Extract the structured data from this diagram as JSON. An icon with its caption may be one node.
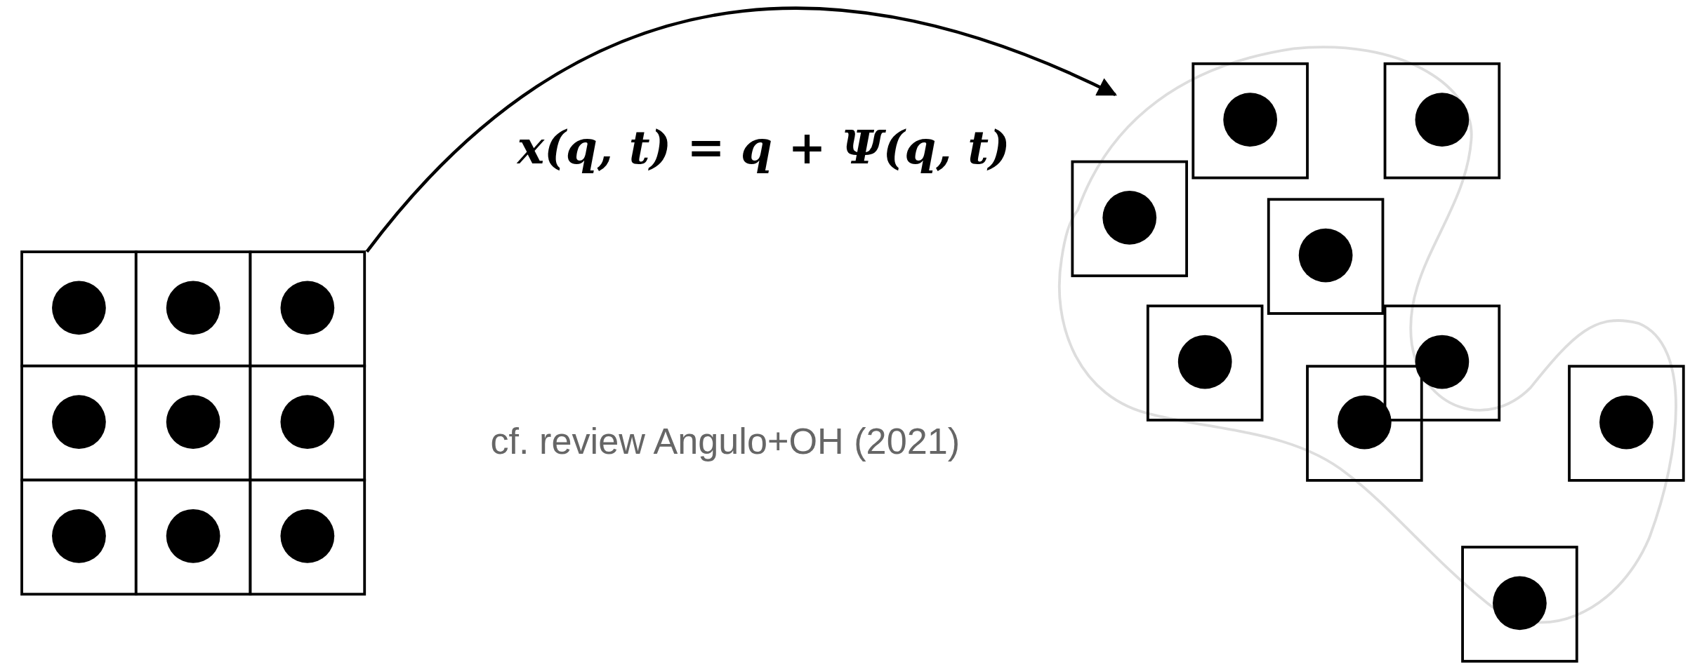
{
  "diagram": {
    "nodes": [
      {
        "text": [],
        "shape": "box"
      },
      {
        "text": [],
        "shape": "cloud"
      }
    ],
    "edges": [
      {
        "from": 0,
        "to": 1,
        "arrow": "to",
        "label": "x(q, t) = q + Ψ(q, t)"
      }
    ],
    "labels": [
      "cf. review Angulo+OH (2021)"
    ]
  }
}
